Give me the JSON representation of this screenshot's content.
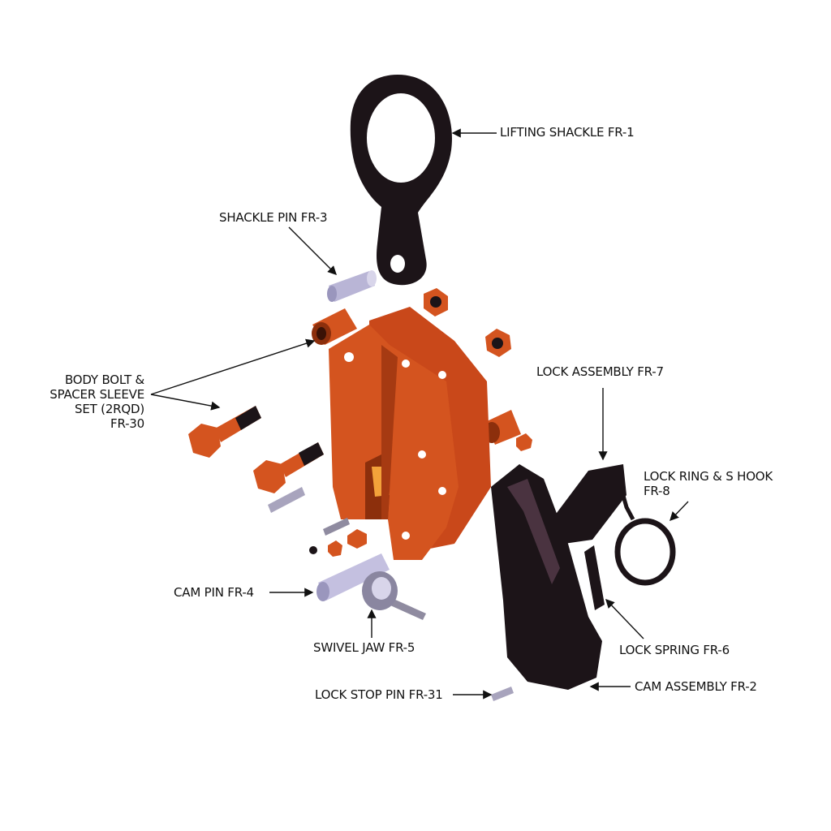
{
  "title": "Plate Clamp Exploded Parts Diagram",
  "colors": {
    "body": "#d4541f",
    "body_dark": "#8c2f0c",
    "black_part": "#1c1418",
    "pin": "#b9b5d6",
    "arrow": "#111111"
  },
  "labels": {
    "lifting_shackle": "LIFTING SHACKLE FR-1",
    "shackle_pin": "SHACKLE PIN FR-3",
    "body_bolt": [
      "BODY BOLT &",
      "SPACER SLEEVE",
      "SET (2RQD)",
      "FR-30"
    ],
    "lock_assembly": "LOCK ASSEMBLY FR-7",
    "lock_ring": [
      "LOCK RING & S HOOK",
      "FR-8"
    ],
    "cam_pin": "CAM PIN FR-4",
    "swivel_jaw": "SWIVEL JAW FR-5",
    "lock_spring": "LOCK SPRING FR-6",
    "cam_assembly": "CAM ASSEMBLY FR-2",
    "lock_stop_pin": "LOCK STOP PIN FR-31"
  }
}
